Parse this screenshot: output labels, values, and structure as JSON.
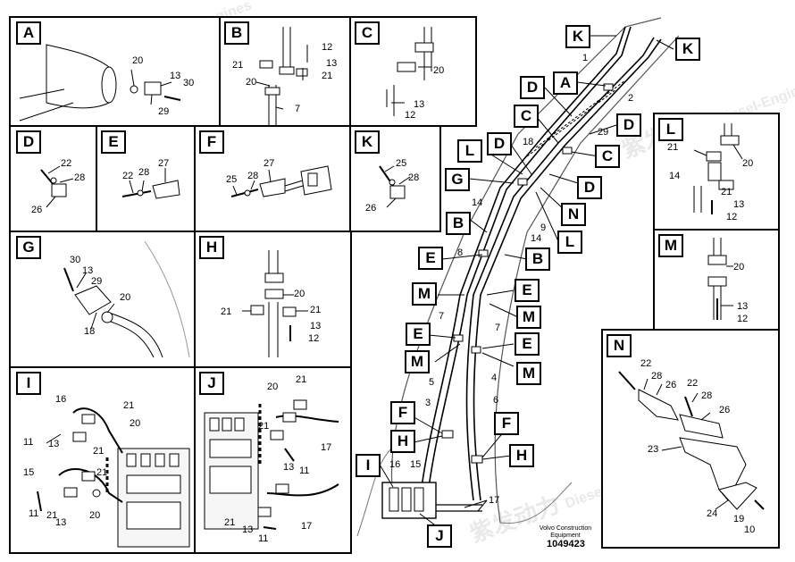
{
  "watermark": {
    "cn": "紫发动力",
    "en": "Diesel-Engines"
  },
  "panels": {
    "A": {
      "letter": "A",
      "labels": {
        "20": "20",
        "13": "13",
        "30": "30",
        "29": "29"
      }
    },
    "B": {
      "letter": "B",
      "labels": {
        "12": "12",
        "21a": "21",
        "13": "13",
        "20": "20",
        "21b": "21",
        "7": "7"
      }
    },
    "C": {
      "letter": "C",
      "labels": {
        "20": "20",
        "13": "13",
        "12": "12"
      }
    },
    "D": {
      "letter": "D",
      "labels": {
        "22": "22",
        "28": "28",
        "26": "26"
      }
    },
    "E": {
      "letter": "E",
      "labels": {
        "22": "22",
        "28": "28",
        "27": "27"
      }
    },
    "F": {
      "letter": "F",
      "labels": {
        "27": "27",
        "25": "25",
        "28": "28"
      }
    },
    "K": {
      "letter": "K",
      "labels": {
        "25": "25",
        "28": "28",
        "26": "26"
      }
    },
    "G": {
      "letter": "G",
      "labels": {
        "30": "30",
        "13": "13",
        "29": "29",
        "20": "20",
        "18": "18"
      }
    },
    "H": {
      "letter": "H",
      "labels": {
        "20": "20",
        "21a": "21",
        "21b": "21",
        "13": "13",
        "12": "12"
      }
    },
    "I": {
      "letter": "I",
      "labels": {
        "16": "16",
        "21a": "21",
        "20a": "20",
        "11a": "11",
        "13a": "13",
        "21b": "21",
        "15": "15",
        "21c": "21",
        "11b": "11",
        "13b": "13",
        "21d": "21",
        "20b": "20"
      }
    },
    "J": {
      "letter": "J",
      "labels": {
        "20": "20",
        "21a": "21",
        "21b": "21",
        "13a": "13",
        "11a": "11",
        "17a": "17",
        "21c": "21",
        "13b": "13",
        "11b": "11",
        "17b": "17"
      }
    },
    "L": {
      "letter": "L",
      "labels": {
        "21a": "21",
        "20": "20",
        "14": "14",
        "21b": "21",
        "13": "13",
        "12": "12"
      }
    },
    "M": {
      "letter": "M",
      "labels": {
        "20": "20",
        "13": "13",
        "12": "12"
      }
    },
    "N": {
      "letter": "N",
      "labels": {
        "22a": "22",
        "28a": "28",
        "26a": "26",
        "22b": "22",
        "28b": "28",
        "26b": "26",
        "23": "23",
        "24": "24",
        "19": "19",
        "10": "10"
      }
    }
  },
  "main": {
    "callouts": [
      "K",
      "K",
      "A",
      "D",
      "D",
      "C",
      "C",
      "D",
      "L",
      "D",
      "G",
      "N",
      "D",
      "L",
      "B",
      "B",
      "E",
      "E",
      "M",
      "M",
      "E",
      "M",
      "E",
      "M",
      "M",
      "F",
      "F",
      "H",
      "H",
      "I",
      "J"
    ],
    "numbers": {
      "1": "1",
      "2": "2",
      "18": "18",
      "29": "29",
      "14a": "14",
      "9": "9",
      "14b": "14",
      "8": "8",
      "7a": "7",
      "7b": "7",
      "5": "5",
      "4": "4",
      "6": "6",
      "3": "3",
      "16": "16",
      "15": "15",
      "17": "17"
    },
    "credit": "Volvo Construction Equipment",
    "doc_number": "1049423"
  }
}
